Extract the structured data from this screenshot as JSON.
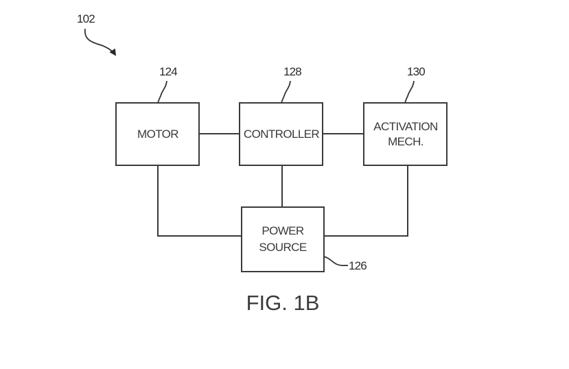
{
  "figure": {
    "label": "FIG. 1B",
    "reference": "102"
  },
  "blocks": {
    "motor": {
      "label": "MOTOR",
      "ref": "124"
    },
    "controller": {
      "label": "CONTROLLER",
      "ref": "128"
    },
    "activation": {
      "line1": "ACTIVATION",
      "line2": "MECH.",
      "ref": "130"
    },
    "power": {
      "line1": "POWER",
      "line2": "SOURCE",
      "ref": "126"
    }
  },
  "connections": [
    {
      "from": "motor",
      "to": "controller"
    },
    {
      "from": "controller",
      "to": "activation"
    },
    {
      "from": "controller",
      "to": "power"
    },
    {
      "from": "motor",
      "to": "power"
    },
    {
      "from": "activation",
      "to": "power"
    }
  ],
  "colors": {
    "line": "#3a3a3a",
    "background": "#ffffff"
  }
}
